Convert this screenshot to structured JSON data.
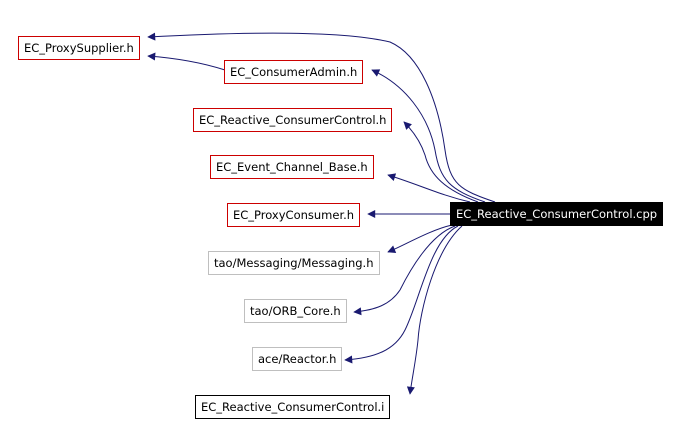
{
  "graph": {
    "source": "EC_Reactive_ConsumerControl.cpp",
    "nodes": [
      {
        "id": "proxysupplier",
        "label": "EC_ProxySupplier.h",
        "style": "red"
      },
      {
        "id": "consumeradmin",
        "label": "EC_ConsumerAdmin.h",
        "style": "red"
      },
      {
        "id": "reactive_h",
        "label": "EC_Reactive_ConsumerControl.h",
        "style": "red"
      },
      {
        "id": "channel_base",
        "label": "EC_Event_Channel_Base.h",
        "style": "red"
      },
      {
        "id": "proxyconsumer",
        "label": "EC_ProxyConsumer.h",
        "style": "red"
      },
      {
        "id": "messaging",
        "label": "tao/Messaging/Messaging.h",
        "style": "gray"
      },
      {
        "id": "orb_core",
        "label": "tao/ORB_Core.h",
        "style": "gray"
      },
      {
        "id": "reactor",
        "label": "ace/Reactor.h",
        "style": "gray"
      },
      {
        "id": "reactive_i",
        "label": "EC_Reactive_ConsumerControl.i",
        "style": "black"
      }
    ],
    "edges": [
      [
        "source",
        "proxysupplier"
      ],
      [
        "source",
        "consumeradmin"
      ],
      [
        "consumeradmin",
        "proxysupplier"
      ],
      [
        "source",
        "reactive_h"
      ],
      [
        "source",
        "channel_base"
      ],
      [
        "source",
        "proxyconsumer"
      ],
      [
        "source",
        "messaging"
      ],
      [
        "source",
        "orb_core"
      ],
      [
        "source",
        "reactor"
      ],
      [
        "source",
        "reactive_i"
      ]
    ],
    "colors": {
      "edge": "#191970",
      "red_border": "#cc0000",
      "gray_border": "#bfbfbf"
    }
  }
}
